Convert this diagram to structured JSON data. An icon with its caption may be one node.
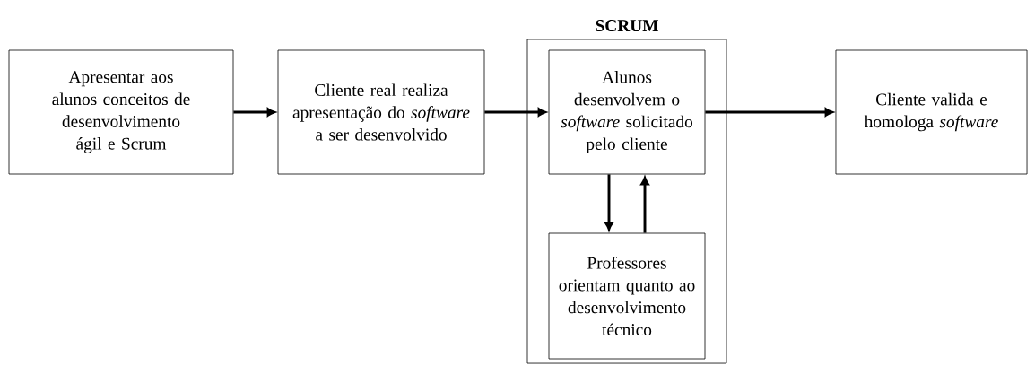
{
  "diagram": {
    "nodes": [
      {
        "text": [
          "Apresentar aos alunos conceitos de desenvolvimento ágil e Scrum"
        ]
      },
      {
        "text": [
          "Cliente real realiza apresentação do *software* a ser desenvolvido"
        ]
      },
      {
        "text": [
          "SCRUM"
        ]
      },
      {
        "text": [
          "Alunos desenvolvem o *software* solicitado pelo cliente"
        ],
        "in": 2
      },
      {
        "text": [
          "Professores orientam quanto ao desenvolvimento técnico"
        ],
        "in": 2
      },
      {
        "text": [
          "Cliente valida e homologa *software*"
        ]
      }
    ],
    "edges": [
      {
        "from": 0,
        "to": 1,
        "arrow": "to"
      },
      {
        "from": 1,
        "to": 3,
        "arrow": "to"
      },
      {
        "from": 3,
        "to": 5,
        "arrow": "to"
      },
      {
        "from": 3,
        "to": 4,
        "arrow": "to"
      },
      {
        "from": 4,
        "to": 3,
        "arrow": "to"
      }
    ]
  }
}
